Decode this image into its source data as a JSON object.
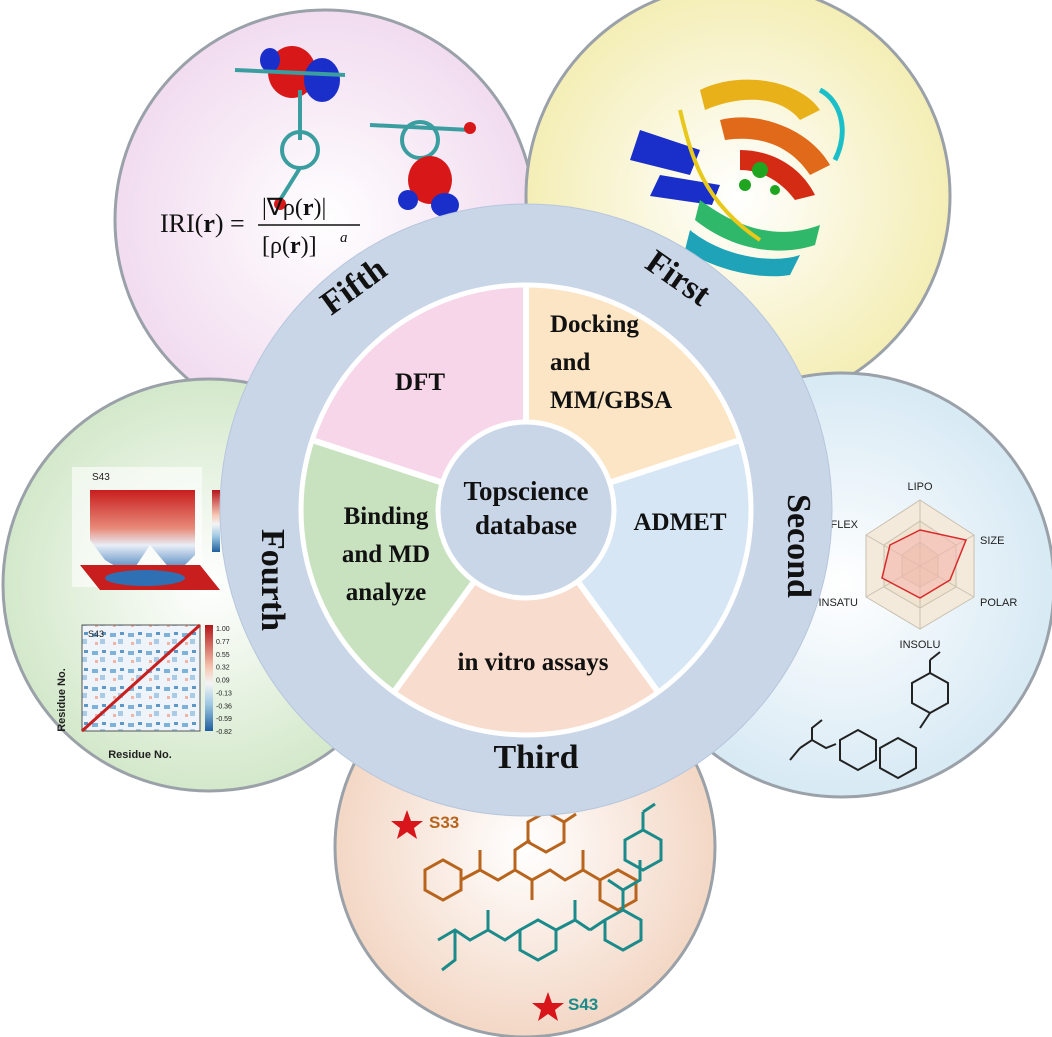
{
  "center": {
    "line1": "Topscience",
    "line2": "database"
  },
  "ring": {
    "first": "First",
    "second": "Second",
    "third": "Third",
    "fourth": "Fourth",
    "fifth": "Fifth"
  },
  "segments": {
    "first": {
      "line1": "Docking",
      "line2": "and",
      "line3": "MM/GBSA"
    },
    "second": {
      "line1": "ADMET"
    },
    "third": {
      "line1": "in vitro assays"
    },
    "fourth": {
      "line1": "Binding",
      "line2": "and MD",
      "line3": "analyze"
    },
    "fifth": {
      "line1": "DFT"
    }
  },
  "fifth_panel": {
    "formula": "IRI(r) = |∇ρ(r)| / [ρ(r)]^a"
  },
  "second_panel": {
    "radar_axes": [
      "LIPO",
      "SIZE",
      "POLAR",
      "INSOLU",
      "INSATU",
      "FLEX"
    ]
  },
  "third_panel": {
    "compound_1": "S33",
    "compound_2": "S43"
  },
  "fourth_panel": {
    "surface_title": "S43",
    "matrix_title": "S43",
    "y_label": "Residue No.",
    "x_label": "Residue No.",
    "colorbar_ticks": [
      "1.00",
      "0.77",
      "0.55",
      "0.32",
      "0.09",
      "-0.13",
      "-0.36",
      "-0.59",
      "-0.82"
    ]
  },
  "colors": {
    "ring": "#c9d6e8",
    "first": "#fbe5c4",
    "second": "#d6e6f4",
    "third": "#f8dccd",
    "fourth": "#c8e2c0",
    "fifth": "#f6d6e8",
    "compound_orange": "#b8641c",
    "compound_teal": "#1b8a8a",
    "star": "#d8151b"
  }
}
